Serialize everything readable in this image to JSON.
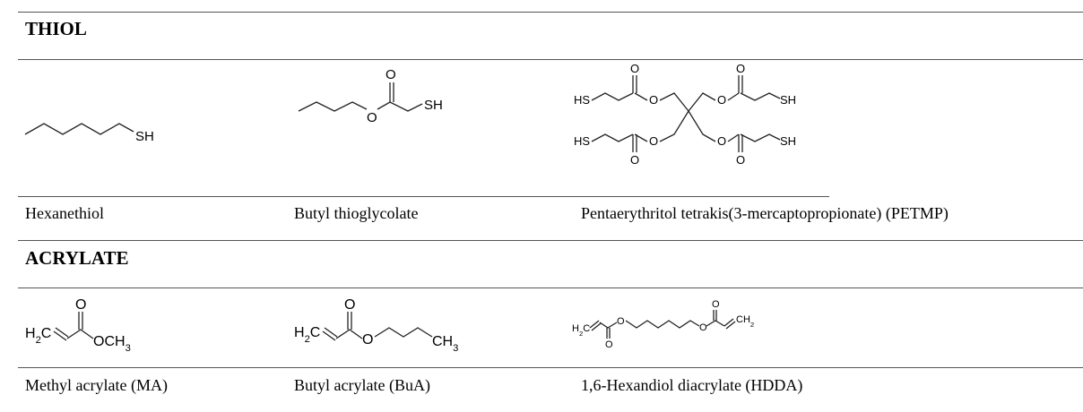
{
  "sections": {
    "thiol": {
      "heading": "THIOL",
      "compounds": [
        {
          "name": "Hexanethiol",
          "structure_labels": [
            "SH"
          ]
        },
        {
          "name": "Butyl thioglycolate",
          "structure_labels": [
            "O",
            "O",
            "SH"
          ]
        },
        {
          "name": "Pentaerythritol tetrakis(3-mercaptopropionate) (PETMP)",
          "structure_labels": [
            "HS",
            "O",
            "O",
            "O",
            "SH",
            "HS",
            "O",
            "O",
            "O",
            "SH"
          ]
        }
      ]
    },
    "acrylate": {
      "heading": "ACRYLATE",
      "compounds": [
        {
          "name": "Methyl acrylate (MA)",
          "structure_labels": [
            "H2C",
            "O",
            "OCH3"
          ]
        },
        {
          "name": "Butyl acrylate (BuA)",
          "structure_labels": [
            "H2C",
            "O",
            "O",
            "CH3"
          ]
        },
        {
          "name": "1,6-Hexandiol diacrylate (HDDA)",
          "structure_labels": [
            "H2C",
            "O",
            "O",
            "O",
            "O",
            "CH2"
          ]
        }
      ]
    }
  }
}
